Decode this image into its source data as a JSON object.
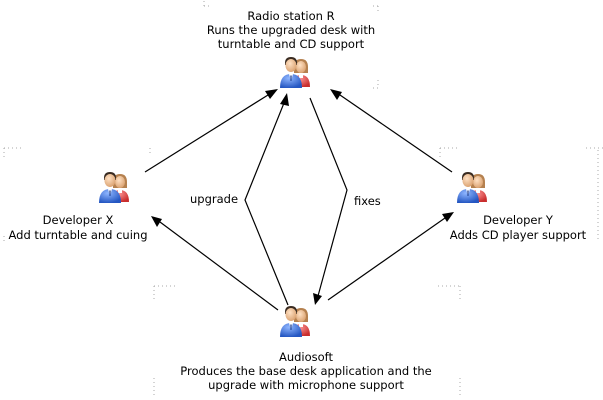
{
  "nodes": {
    "radio_station": {
      "lines": [
        "Radio station R",
        "Runs the upgraded desk with",
        "turntable and CD support"
      ]
    },
    "developer_x": {
      "lines": [
        "Developer X",
        "Add turntable and cuing"
      ]
    },
    "developer_y": {
      "lines": [
        "Developer Y",
        "Adds CD player support"
      ]
    },
    "audiosoft": {
      "lines": [
        "Audiosoft",
        "Produces the base desk application and the",
        "upgrade with microphone support"
      ]
    }
  },
  "edges": {
    "upgrade_label": "upgrade",
    "fixes_label": "fixes"
  },
  "icons": {
    "actor": "users-pair-icon"
  },
  "colors": {
    "male_shirt": "#3a6fd8",
    "female_shirt": "#e04646",
    "hair_dark": "#3a2c22",
    "hair_light": "#b5814f",
    "skin": "#f2c49b",
    "frame": "#a9a9a9"
  }
}
